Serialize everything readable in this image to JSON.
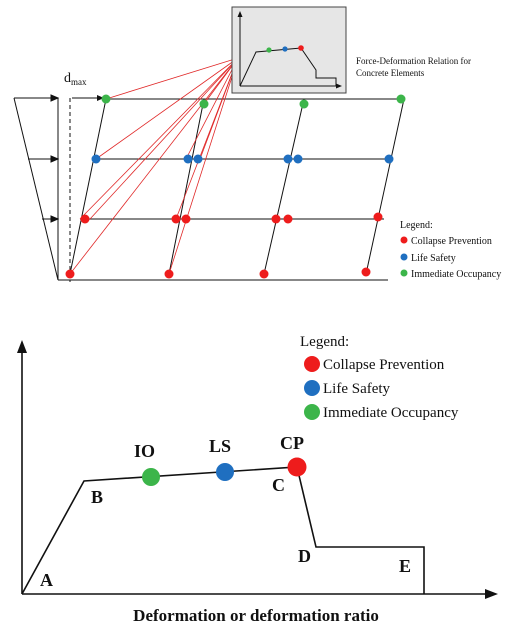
{
  "top_diagram": {
    "displacement_label": "d",
    "displacement_subscript": "max",
    "inset_caption": [
      "Force-Deformation Relation for",
      "Concrete Elements"
    ],
    "legend": {
      "title": "Legend:",
      "items": [
        "Collapse Prevention",
        "Life Safety",
        "Immediate Occupancy"
      ]
    }
  },
  "bottom_diagram": {
    "legend": {
      "title": "Legend:",
      "items": [
        "Collapse Prevention",
        "Life Safety",
        "Immediate Occupancy"
      ]
    },
    "points": {
      "A": "A",
      "B": "B",
      "C": "C",
      "D": "D",
      "E": "E"
    },
    "markers": {
      "IO": "IO",
      "LS": "LS",
      "CP": "CP"
    },
    "x_axis_title": "Deformation or deformation ratio"
  },
  "colors": {
    "collapse_prevention": "#ee1c1c",
    "life_safety": "#1f6fc0",
    "immediate_occupancy": "#3cb54a",
    "hinge_lines": "#e02828",
    "ink": "#111111"
  }
}
